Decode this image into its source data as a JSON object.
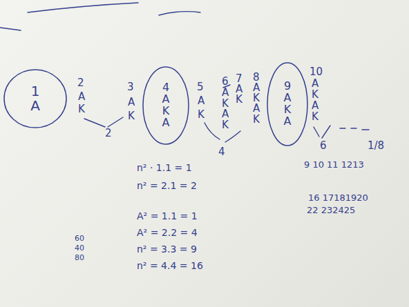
{
  "diagram": {
    "nodes": [
      {
        "text": [
          "1",
          "A"
        ]
      },
      {
        "text": [
          "4",
          "A",
          "K",
          "A"
        ]
      },
      {
        "text": [
          "9",
          "A",
          "K",
          "A"
        ]
      }
    ],
    "labels": [
      "2",
      "A",
      "K",
      "3",
      "A",
      "K",
      "5",
      "A",
      "K",
      "6",
      "A",
      "K",
      "A",
      "K",
      "7",
      "A",
      "K",
      "8",
      "A",
      "K",
      "A",
      "K",
      "10",
      "A",
      "K",
      "A",
      "K",
      "2",
      "4",
      "6",
      "1/8",
      "9 10 11 1213",
      "16 17181920",
      "22 232425",
      "n² · 1.1 = 1",
      "n² = 2.1 = 2",
      "A² = 1.1 = 1",
      "A² = 2.2 = 4",
      "n² = 3.3 = 9",
      "n² = 4.4 = 16",
      "60",
      "40",
      "80"
    ]
  }
}
